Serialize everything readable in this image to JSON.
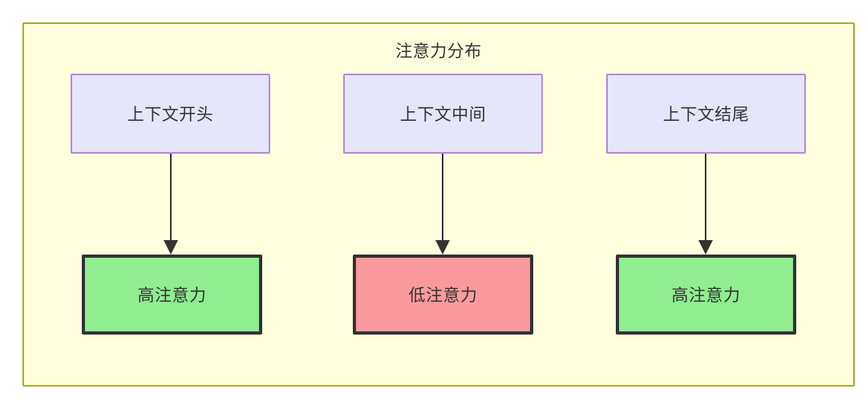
{
  "diagram": {
    "title": "注意力分布",
    "colors": {
      "container_fill": "#ffffde",
      "container_border": "#aaaa33",
      "context_fill": "#e6e6fa",
      "context_border": "#b388e0",
      "high_attention_fill": "#90ee90",
      "low_attention_fill": "#fa9a9f",
      "node_border": "#333333",
      "edge": "#333333"
    },
    "columns": [
      {
        "context": {
          "label": "上下文开头"
        },
        "attention": {
          "label": "高注意力",
          "level": "high"
        }
      },
      {
        "context": {
          "label": "上下文中间"
        },
        "attention": {
          "label": "低注意力",
          "level": "low"
        }
      },
      {
        "context": {
          "label": "上下文结尾"
        },
        "attention": {
          "label": "高注意力",
          "level": "high"
        }
      }
    ],
    "edges": [
      {
        "from": "上下文开头",
        "to": "高注意力"
      },
      {
        "from": "上下文中间",
        "to": "低注意力"
      },
      {
        "from": "上下文结尾",
        "to": "高注意力"
      }
    ]
  }
}
